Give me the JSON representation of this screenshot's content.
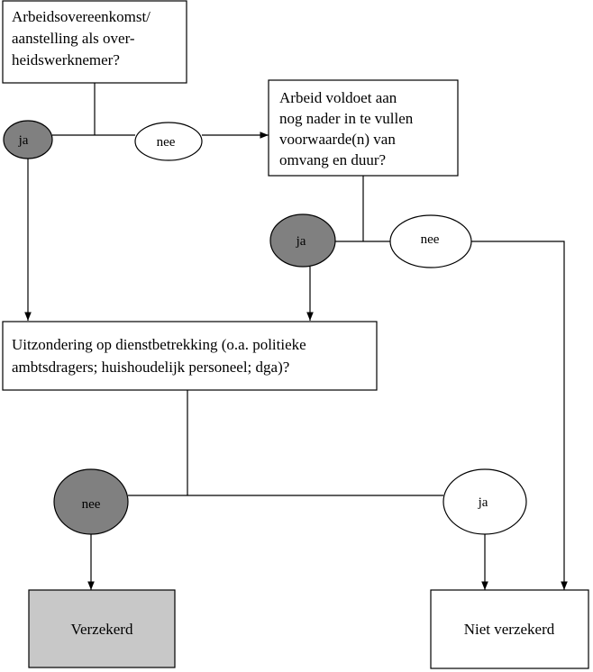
{
  "colors": {
    "line": "#000000",
    "background": "#ffffff",
    "oval_dark": "#808080",
    "box_grey": "#c8c8c8"
  },
  "boxes": {
    "q1": [
      "Arbeidsovereenkomst/",
      "aanstelling als over-",
      "heidswerknemer?"
    ],
    "q2": [
      "Arbeid voldoet aan",
      "nog nader in te vullen",
      "voorwaarde(n) van",
      "omvang en duur?"
    ],
    "q3": [
      "Uitzondering op dienstbetrekking (o.a. politieke",
      "ambtsdragers; huishoudelijk personeel; dga)?"
    ],
    "verzekerd": "Verzekerd",
    "niet_verzekerd": "Niet verzekerd"
  },
  "ovals": {
    "q1_yes": "ja",
    "q1_no": "nee",
    "q2_yes": "ja",
    "q2_no": "nee",
    "q3_no": "nee",
    "q3_yes": "ja"
  }
}
